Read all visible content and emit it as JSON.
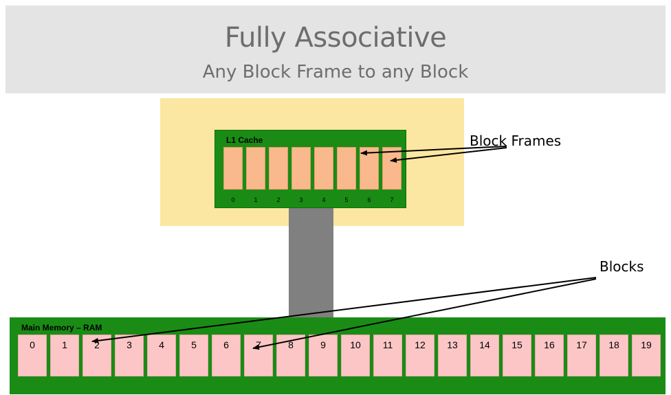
{
  "header": {
    "title": "Fully Associative",
    "subtitle": "Any Block Frame to any Block"
  },
  "cache": {
    "label": "L1 Cache",
    "frames": [
      "0",
      "1",
      "2",
      "3",
      "4",
      "5",
      "6",
      "7"
    ]
  },
  "ram": {
    "label": "Main Memory – RAM",
    "blocks": [
      "0",
      "1",
      "2",
      "3",
      "4",
      "5",
      "6",
      "7",
      "8",
      "9",
      "10",
      "11",
      "12",
      "13",
      "14",
      "15",
      "16",
      "17",
      "18",
      "19"
    ]
  },
  "callouts": {
    "block_frames": "Block Frames",
    "blocks": "Blocks"
  },
  "colors": {
    "header_bg": "#e4e4e4",
    "chip_bg": "#fbe7a1",
    "board_green": "#1a8c15",
    "frame_fill": "#f9b98c",
    "block_fill": "#fdc6c6",
    "bus": "#808080"
  }
}
